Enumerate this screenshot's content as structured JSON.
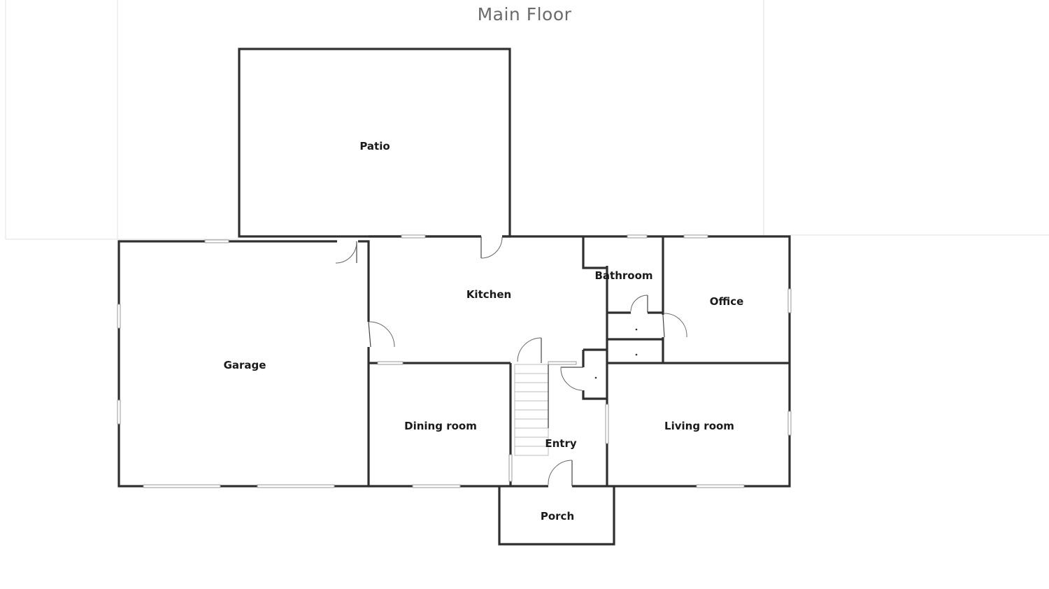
{
  "title": "Main Floor",
  "rooms": {
    "patio": "Patio",
    "garage": "Garage",
    "kitchen": "Kitchen",
    "bathroom": "Bathroom",
    "office": "Office",
    "dining_room": "Dining room",
    "entry": "Entry",
    "living_room": "Living room",
    "porch": "Porch"
  }
}
